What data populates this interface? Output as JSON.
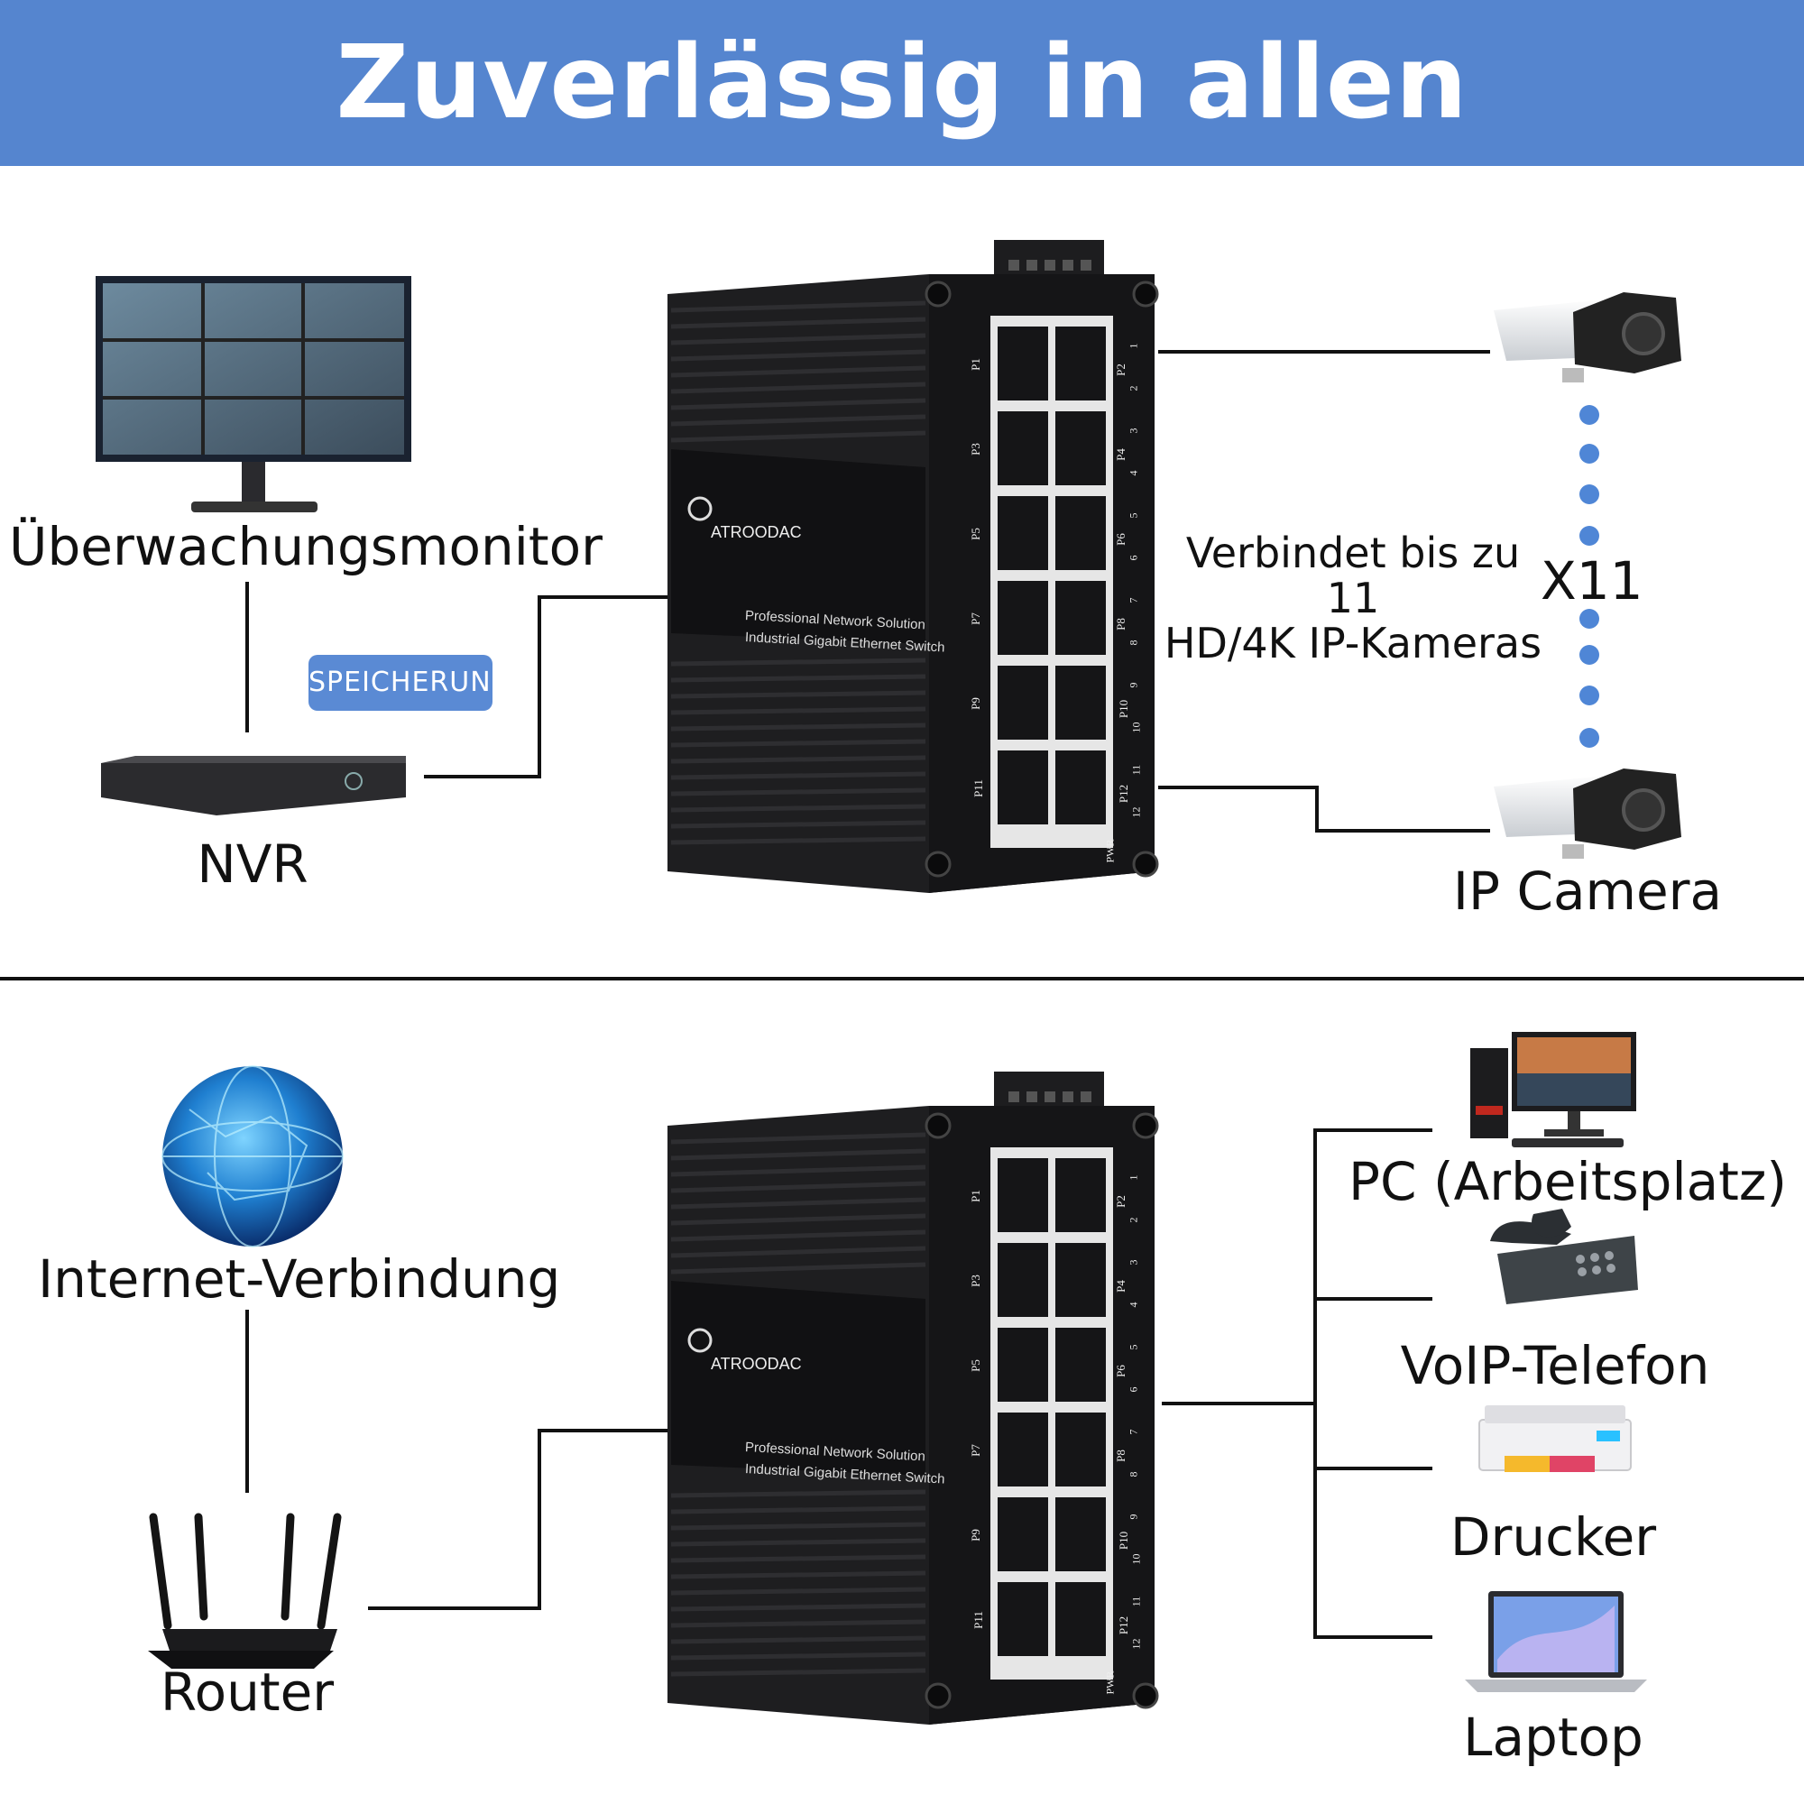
{
  "banner": {
    "title": "Zuverlässig in allen Einsatzbereichen"
  },
  "colors": {
    "banner": "#5585cf",
    "badge": "#5a8ad4",
    "dots": "#4f86d6",
    "switch_body": "#1e1e20",
    "lines": "#111111"
  },
  "top": {
    "monitor_label": "Überwachungsmonitor",
    "storage_badge": "SPEICHERUNG",
    "nvr_label": "NVR",
    "camera_label": "IP Camera",
    "annotation": {
      "line1": "Verbindet bis zu",
      "line2": "11",
      "line3": "HD/4K IP-Kameras"
    },
    "multiplier": "X11"
  },
  "bottom": {
    "internet_label": "Internet-Verbindung",
    "router_label": "Router",
    "devices": [
      "PC (Arbeitsplatz)",
      "VoIP-Telefon",
      "Drucker",
      "Laptop"
    ]
  },
  "switch": {
    "brand": "ATROODAC",
    "line1": "Professional Network Solution",
    "line2": "Industrial Gigabit Ethernet Switch",
    "port_labels_left": [
      "P1",
      "P3",
      "P5",
      "P7",
      "P9",
      "P11"
    ],
    "port_labels_right": [
      "P2",
      "P4",
      "P6",
      "P8",
      "P10",
      "P12"
    ],
    "port_numbers": [
      "1",
      "2",
      "3",
      "4",
      "5",
      "6",
      "7",
      "8",
      "9",
      "10",
      "11",
      "12"
    ],
    "power_label": "PWR"
  },
  "icons": [
    "surveillance-monitor-icon",
    "nvr-recorder-icon",
    "ip-camera-icon",
    "globe-icon",
    "router-icon",
    "desktop-pc-icon",
    "desk-phone-icon",
    "printer-icon",
    "laptop-icon",
    "ethernet-switch-icon"
  ]
}
